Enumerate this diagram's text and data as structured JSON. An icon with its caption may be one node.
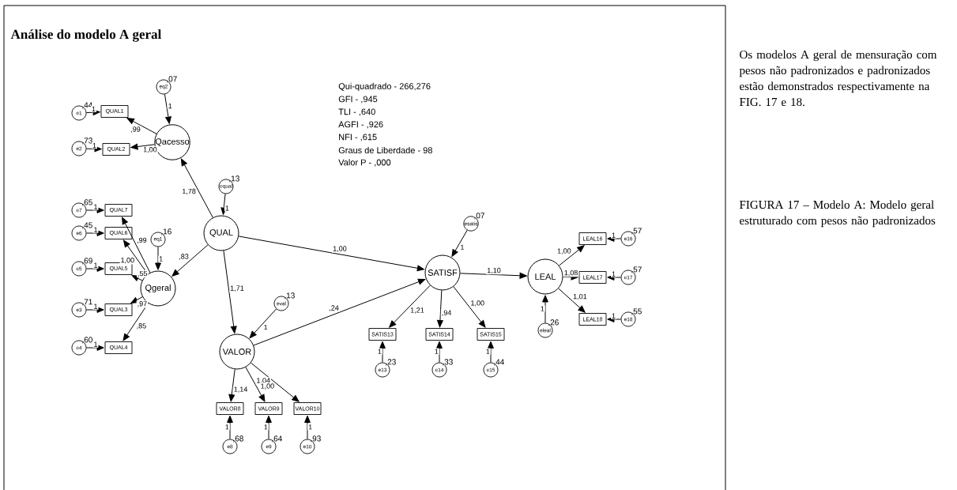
{
  "diagram": {
    "title": "Análise do modelo A geral",
    "nodes": [
      {
        "text": [
          "Qacesso"
        ]
      },
      {
        "text": [
          "QUAL"
        ]
      },
      {
        "text": [
          "Qgeral"
        ]
      },
      {
        "text": [
          "VALOR"
        ]
      },
      {
        "text": [
          "SATISF"
        ]
      },
      {
        "text": [
          "LEAL"
        ]
      },
      {
        "text": [
          "e1"
        ],
        "beside": [
          ",44"
        ]
      },
      {
        "text": [
          "QUAL1"
        ]
      },
      {
        "text": [
          "e2"
        ],
        "beside": [
          ",73"
        ]
      },
      {
        "text": [
          "QUAL2"
        ]
      },
      {
        "text": [
          "eq2"
        ],
        "beside": [
          ",07"
        ]
      },
      {
        "text": [
          "equal"
        ],
        "beside": [
          ",13"
        ]
      },
      {
        "text": [
          "e7"
        ],
        "beside": [
          ",65"
        ]
      },
      {
        "text": [
          "QUAL7"
        ]
      },
      {
        "text": [
          "e6"
        ],
        "beside": [
          ",45"
        ]
      },
      {
        "text": [
          "QUAL6"
        ]
      },
      {
        "text": [
          "eq1"
        ],
        "beside": [
          ",16"
        ]
      },
      {
        "text": [
          "e5"
        ],
        "beside": [
          ",69"
        ]
      },
      {
        "text": [
          "QUAL5"
        ]
      },
      {
        "text": [
          "e3"
        ],
        "beside": [
          ",71"
        ]
      },
      {
        "text": [
          "QUAL3"
        ]
      },
      {
        "text": [
          "e4"
        ],
        "beside": [
          ",60"
        ]
      },
      {
        "text": [
          "QUAL4"
        ]
      },
      {
        "text": [
          "eval"
        ],
        "beside": [
          ",13"
        ]
      },
      {
        "text": [
          "VALOR8"
        ]
      },
      {
        "text": [
          "VALOR9"
        ]
      },
      {
        "text": [
          "VALOR10"
        ]
      },
      {
        "text": [
          "e8"
        ],
        "beside": [
          ",68"
        ]
      },
      {
        "text": [
          "e9"
        ],
        "beside": [
          ",64"
        ]
      },
      {
        "text": [
          "e10"
        ],
        "beside": [
          ",93"
        ]
      },
      {
        "text": [
          "esatis"
        ],
        "beside": [
          ",07"
        ]
      },
      {
        "text": [
          "SATIS13"
        ]
      },
      {
        "text": [
          "SATIS14"
        ]
      },
      {
        "text": [
          "SATIS15"
        ]
      },
      {
        "text": [
          "e13"
        ],
        "beside": [
          ",23"
        ]
      },
      {
        "text": [
          "e14"
        ],
        "beside": [
          ",33"
        ]
      },
      {
        "text": [
          "e15"
        ],
        "beside": [
          ",44"
        ]
      },
      {
        "text": [
          "eleal"
        ],
        "beside": [
          ",26"
        ]
      },
      {
        "text": [
          "LEAL16"
        ]
      },
      {
        "text": [
          "LEAL17"
        ]
      },
      {
        "text": [
          "LEAL18"
        ]
      },
      {
        "text": [
          "e16"
        ],
        "beside": [
          ",57"
        ]
      },
      {
        "text": [
          "e17"
        ],
        "beside": [
          ",57"
        ]
      },
      {
        "text": [
          "e18"
        ],
        "beside": [
          ",55"
        ]
      }
    ],
    "edges": [
      {
        "from": 6,
        "to": 7,
        "arrow": "to",
        "label": "1"
      },
      {
        "from": 8,
        "to": 9,
        "arrow": "to",
        "label": "1"
      },
      {
        "from": 0,
        "to": 7,
        "arrow": "to",
        "label": ",99"
      },
      {
        "from": 0,
        "to": 9,
        "arrow": "to",
        "label": "1,00"
      },
      {
        "from": 10,
        "to": 0,
        "arrow": "to",
        "label": "1"
      },
      {
        "from": 1,
        "to": 0,
        "arrow": "to",
        "label": "1,78"
      },
      {
        "from": 11,
        "to": 1,
        "arrow": "to",
        "label": "1"
      },
      {
        "from": 1,
        "to": 2,
        "arrow": "to",
        "label": ",83"
      },
      {
        "from": 16,
        "to": 2,
        "arrow": "to",
        "label": "1"
      },
      {
        "from": 2,
        "to": 13,
        "arrow": "to",
        "label": ",99"
      },
      {
        "from": 2,
        "to": 15,
        "arrow": "to",
        "label": "1,00"
      },
      {
        "from": 2,
        "to": 18,
        "arrow": "to",
        "label": ",55"
      },
      {
        "from": 2,
        "to": 20,
        "arrow": "to",
        "label": ",97"
      },
      {
        "from": 2,
        "to": 22,
        "arrow": "to",
        "label": ",85"
      },
      {
        "from": 12,
        "to": 13,
        "arrow": "to",
        "label": "1"
      },
      {
        "from": 14,
        "to": 15,
        "arrow": "to",
        "label": "1"
      },
      {
        "from": 17,
        "to": 18,
        "arrow": "to",
        "label": "1"
      },
      {
        "from": 19,
        "to": 20,
        "arrow": "to",
        "label": "1"
      },
      {
        "from": 21,
        "to": 22,
        "arrow": "to",
        "label": "1"
      },
      {
        "from": 1,
        "to": 3,
        "arrow": "to",
        "label": "1,71"
      },
      {
        "from": 23,
        "to": 3,
        "arrow": "to",
        "label": "1"
      },
      {
        "from": 3,
        "to": 24,
        "arrow": "to",
        "label": "1,14"
      },
      {
        "from": 3,
        "to": 25,
        "arrow": "to",
        "label": "1,04"
      },
      {
        "from": 3,
        "to": 26,
        "arrow": "to",
        "label": "1,00"
      },
      {
        "from": 27,
        "to": 24,
        "arrow": "to",
        "label": "1"
      },
      {
        "from": 28,
        "to": 25,
        "arrow": "to",
        "label": "1"
      },
      {
        "from": 29,
        "to": 26,
        "arrow": "to",
        "label": "1"
      },
      {
        "from": 1,
        "to": 4,
        "arrow": "to",
        "label": "1,00"
      },
      {
        "from": 3,
        "to": 4,
        "arrow": "to",
        "label": ",24"
      },
      {
        "from": 30,
        "to": 4,
        "arrow": "to",
        "label": "1"
      },
      {
        "from": 4,
        "to": 31,
        "arrow": "to",
        "label": "1,21"
      },
      {
        "from": 4,
        "to": 32,
        "arrow": "to",
        "label": ",94"
      },
      {
        "from": 4,
        "to": 33,
        "arrow": "to",
        "label": "1,00"
      },
      {
        "from": 34,
        "to": 31,
        "arrow": "to",
        "label": "1"
      },
      {
        "from": 35,
        "to": 32,
        "arrow": "to",
        "label": "1"
      },
      {
        "from": 36,
        "to": 33,
        "arrow": "to",
        "label": "1"
      },
      {
        "from": 4,
        "to": 5,
        "arrow": "to",
        "label": "1,10"
      },
      {
        "from": 37,
        "to": 5,
        "arrow": "to",
        "label": "1"
      },
      {
        "from": 5,
        "to": 38,
        "arrow": "to",
        "label": "1,00"
      },
      {
        "from": 5,
        "to": 39,
        "arrow": "to",
        "label": "1,08"
      },
      {
        "from": 5,
        "to": 40,
        "arrow": "to",
        "label": "1,01"
      },
      {
        "from": 41,
        "to": 38,
        "arrow": "to",
        "label": "1"
      },
      {
        "from": 42,
        "to": 39,
        "arrow": "to",
        "label": "1"
      },
      {
        "from": 43,
        "to": 40,
        "arrow": "to",
        "label": "1"
      }
    ],
    "labels": [
      "Qui-quadrado - 266,276",
      "GFI - ,945",
      "TLI - ,640",
      "AGFI - ,926",
      "NFI - ,615",
      "Graus de Liberdade - 98",
      "Valor P - ,000",
      "Os modelos A geral de mensuração com pesos não padronizados e padronizados estão demonstrados respectivamente na FIG. 17 e 18.",
      "FIGURA 17 – Modelo A: Modelo geral estruturado com pesos não padronizados"
    ]
  }
}
